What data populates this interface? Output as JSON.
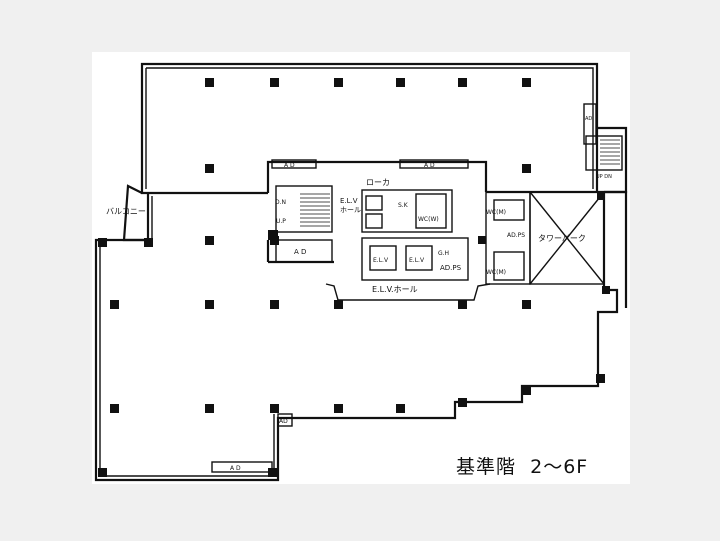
{
  "floor_title": "基準階",
  "floor_range": "2〜6F",
  "labels": {
    "balcony": "バルコニー",
    "locker": "ローカ",
    "elv_hall_upper": "E.L.V",
    "elv_hall_upper_sub": "ホール",
    "elv_hall_main": "E.L.V.ホール",
    "tower_park": "タワーパーク",
    "ad": "A D",
    "ad_short": "AD",
    "ad_ps": "AD.PS",
    "sk": "S.K",
    "wc_w": "WC(W)",
    "wc_m": "WC(M)",
    "elv": "E.L.V",
    "dn": "D.N",
    "up": "U.P",
    "up_dn": "UP DN",
    "gh": "G.H"
  }
}
